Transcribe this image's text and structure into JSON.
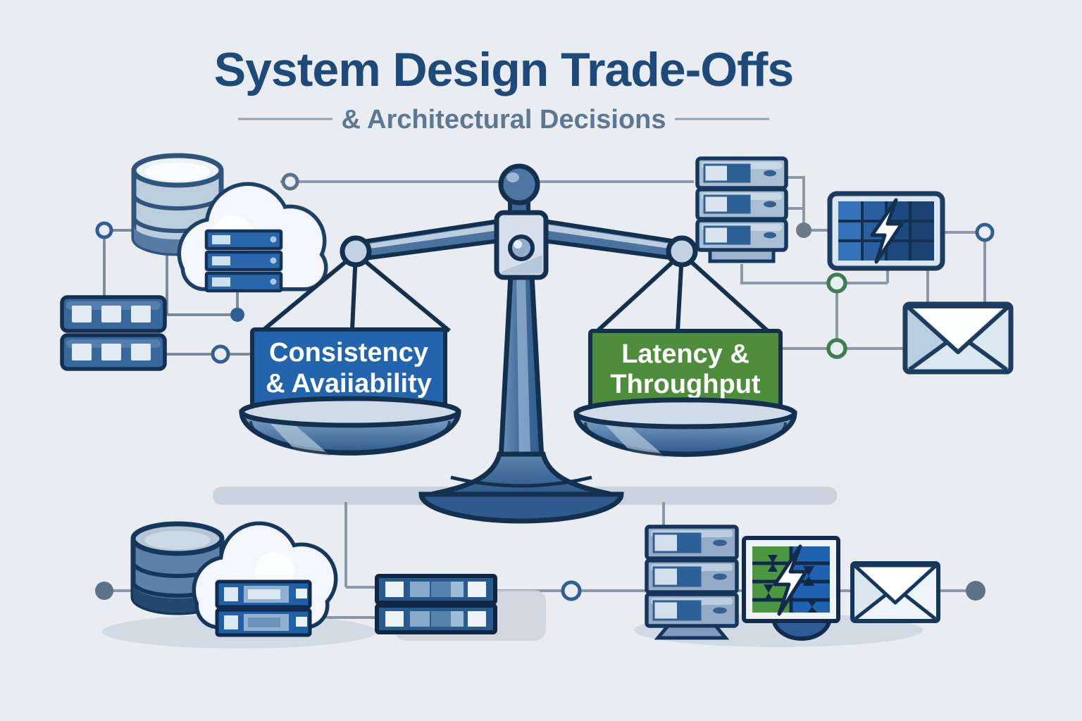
{
  "header": {
    "title": "System Design Trade-Offs",
    "subtitle": "& Architectural Decisions"
  },
  "scale": {
    "left_pan": {
      "label_line1": "Consistency",
      "label_line2": "& Avaiiability",
      "panel_color": "#2264ad"
    },
    "right_pan": {
      "label_line1": "Latency &",
      "label_line2": "Throughput",
      "panel_color": "#4e8d3c"
    }
  },
  "icons": {
    "top_left": [
      "database-icon",
      "cloud-icon",
      "server-rack-icon",
      "storage-unit-icon",
      "storage-unit-icon"
    ],
    "top_right": [
      "server-stack-icon",
      "solar-panel-lightning-icon",
      "envelope-icon"
    ],
    "bottom_left": [
      "database-icon",
      "cloud-icon",
      "server-unit-icon"
    ],
    "bottom_middle": [
      "server-bar-icon",
      "server-bar-icon"
    ],
    "bottom_right": [
      "server-stack-icon",
      "split-panel-lightning-icon",
      "envelope-icon"
    ]
  },
  "colors": {
    "background": "#e9ecf1",
    "outline_navy": "#13304f",
    "steel_blue": "#4a73a0",
    "title_navy": "#1e4a7a",
    "subtitle_gray": "#5d7894",
    "connector_gray": "#8b97a4",
    "node_blue": "#2f5f93",
    "node_green": "#3f7d52",
    "node_slate": "#5e7287",
    "left_panel_blue": "#2264ad",
    "right_panel_green": "#4e8d3c"
  }
}
